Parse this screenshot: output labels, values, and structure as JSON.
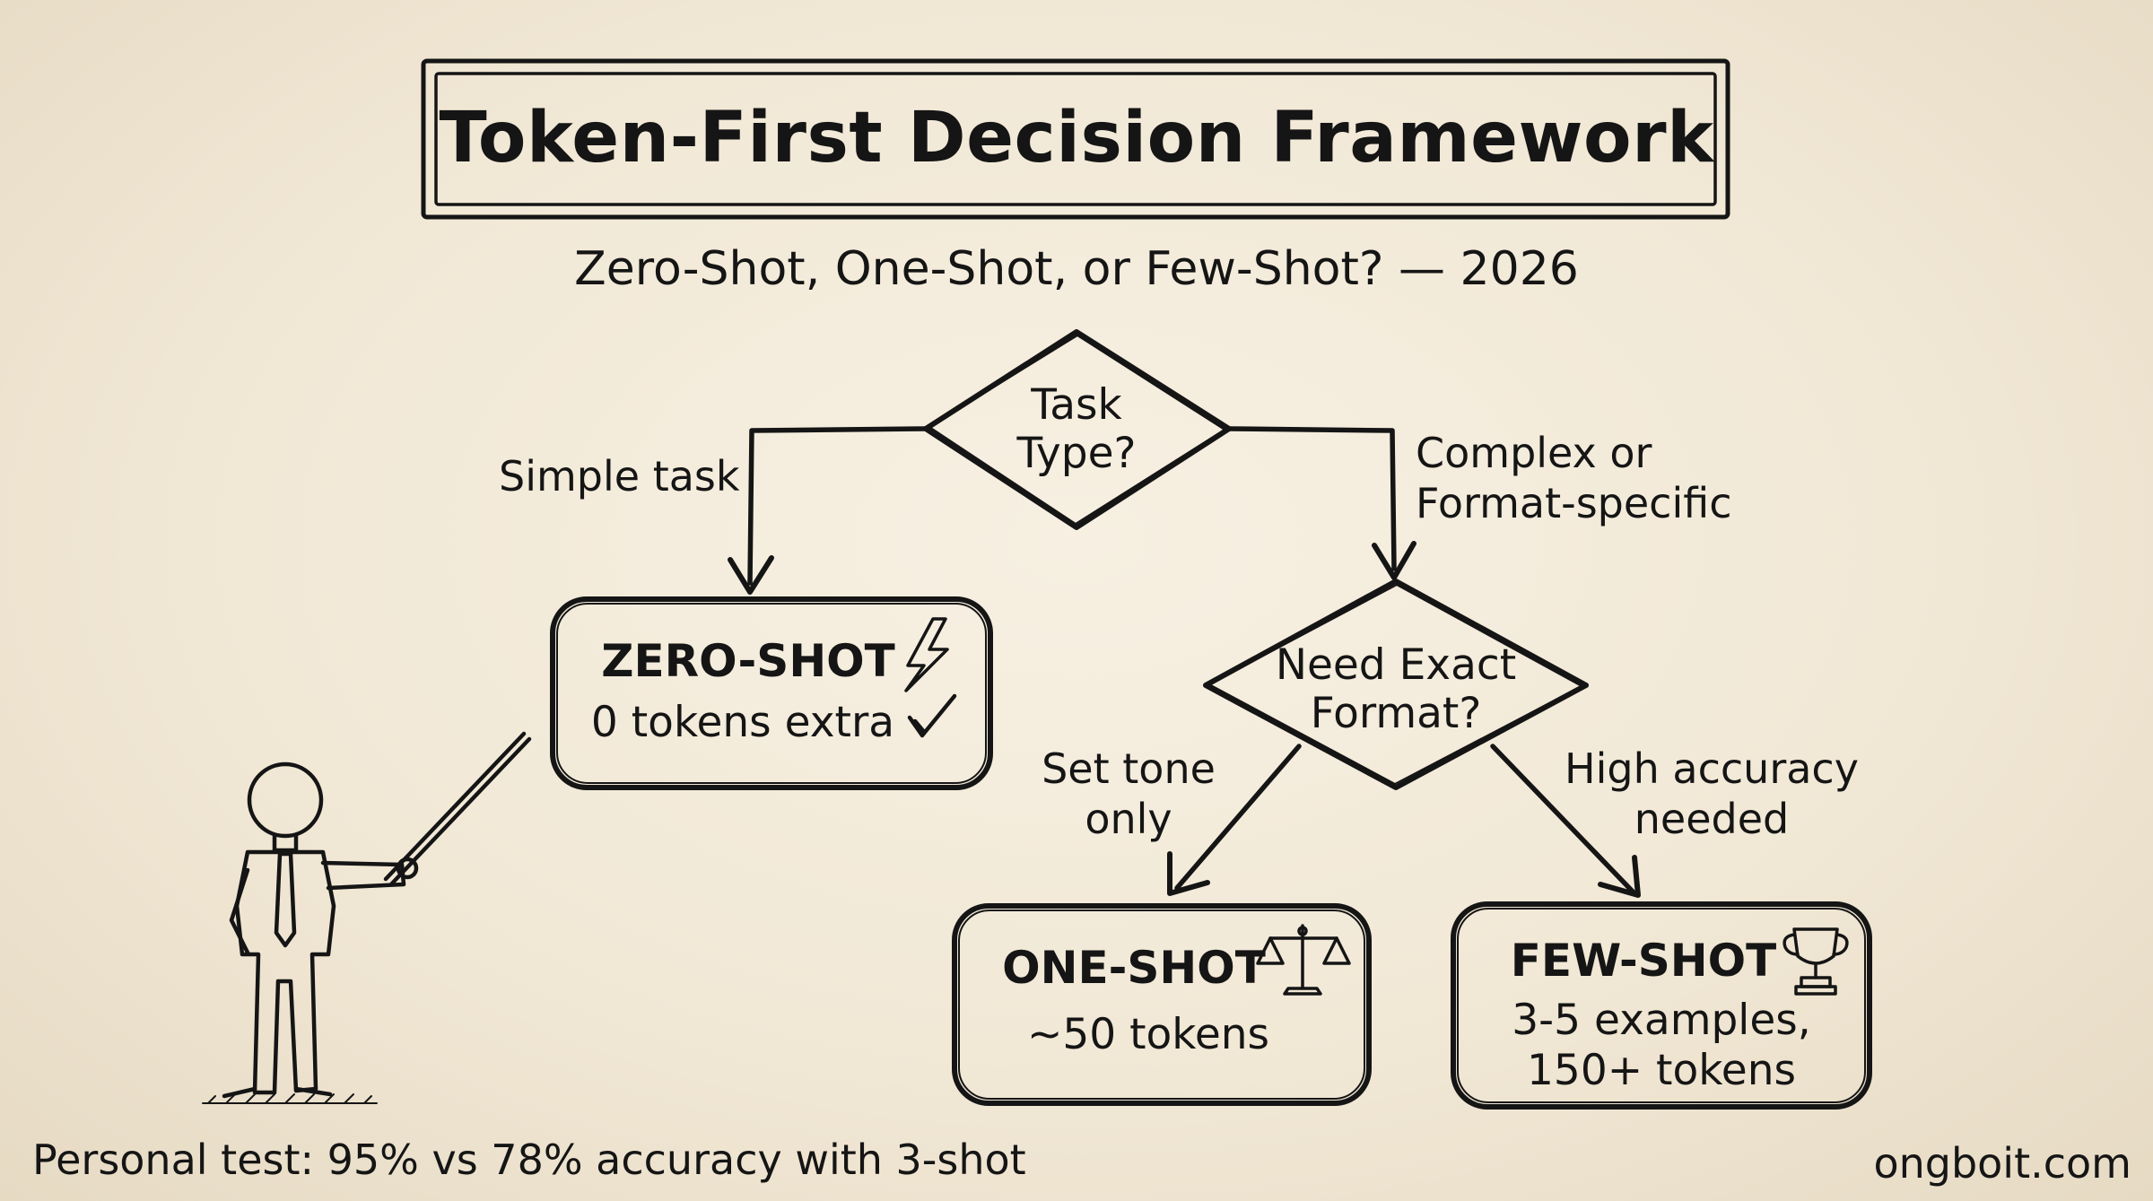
{
  "title": "Token-First Decision Framework",
  "subtitle": "Zero-Shot, One-Shot, or Few-Shot? — 2026",
  "nodes": {
    "task_type": [
      "Task",
      "Type?"
    ],
    "need_format": [
      "Need Exact",
      "Format?"
    ],
    "zero_shot": {
      "name": "ZERO-SHOT",
      "detail": "0 tokens extra",
      "icons": [
        "lightning-icon",
        "checkmark-icon"
      ]
    },
    "one_shot": {
      "name": "ONE-SHOT",
      "detail": "~50 tokens",
      "icon": "balance-scale-icon"
    },
    "few_shot": {
      "name": "FEW-SHOT",
      "detail": [
        "3-5 examples,",
        "150+ tokens"
      ],
      "icon": "trophy-icon"
    }
  },
  "edges": {
    "simple": "Simple task",
    "complex": [
      "Complex or",
      "Format-specific"
    ],
    "tone": [
      "Set tone",
      "only"
    ],
    "accuracy": [
      "High accuracy",
      "needed"
    ]
  },
  "footer": {
    "note": "Personal test: 95% vs 78% accuracy with 3-shot",
    "site": "ongboit.com"
  },
  "colors": {
    "ink": "#151515",
    "paper": "#f3ebdb"
  }
}
